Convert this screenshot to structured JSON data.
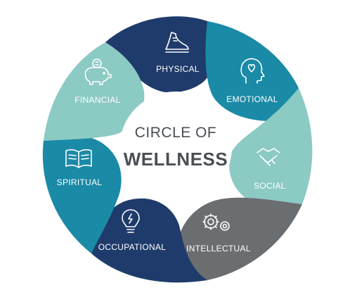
{
  "center": {
    "line1": "CIRCLE OF",
    "line2": "WELLNESS"
  },
  "segments": [
    {
      "label": "PHYSICAL",
      "icon": "running-shoe-icon",
      "color": "#1f3b6b"
    },
    {
      "label": "EMOTIONAL",
      "icon": "head-heart-icon",
      "color": "#1a8aa6"
    },
    {
      "label": "SOCIAL",
      "icon": "handshake-icon",
      "color": "#8ccac4"
    },
    {
      "label": "INTELLECTUAL",
      "icon": "gears-icon",
      "color": "#6b6e70"
    },
    {
      "label": "OCCUPATIONAL",
      "icon": "lightbulb-icon",
      "color": "#1f3b6b"
    },
    {
      "label": "SPIRITUAL",
      "icon": "open-book-icon",
      "color": "#1a8aa6"
    },
    {
      "label": "FINANCIAL",
      "icon": "piggy-bank-icon",
      "color": "#8ccac4"
    }
  ]
}
